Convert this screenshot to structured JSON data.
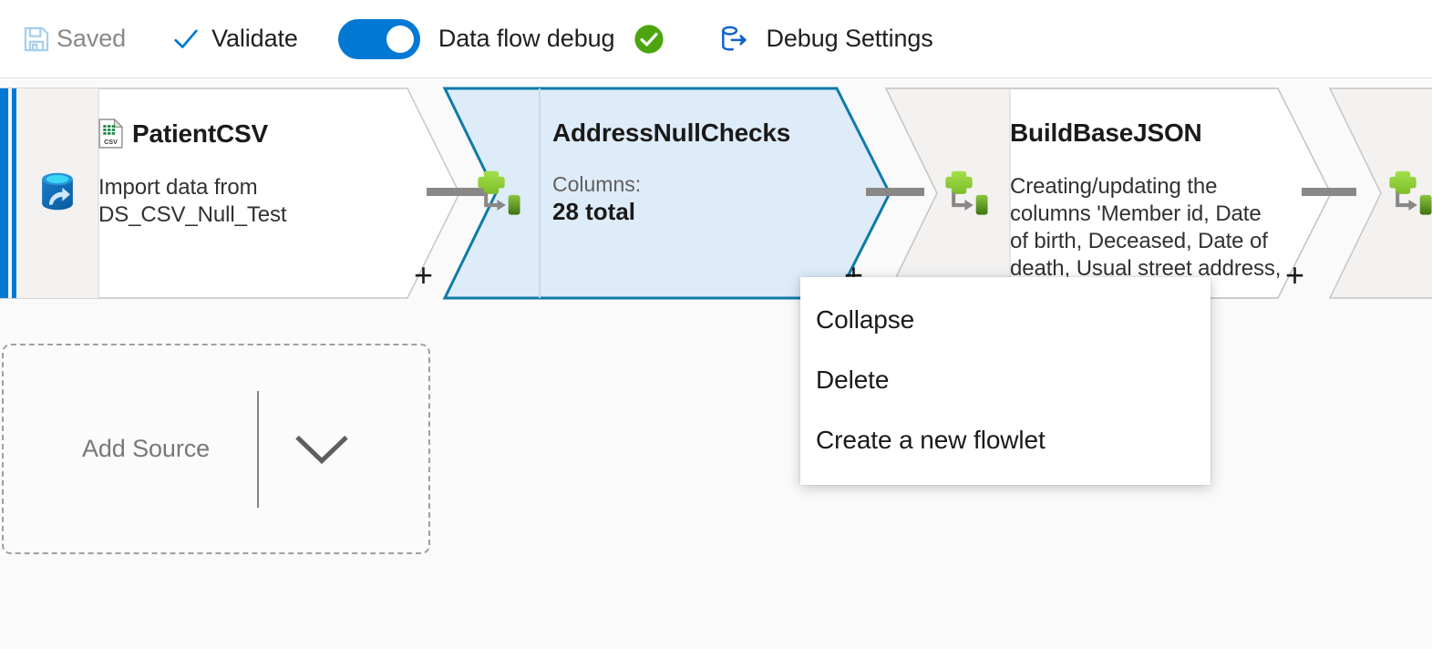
{
  "toolbar": {
    "save": {
      "icon": "save-floppy-icon",
      "label": "Saved",
      "enabled": false
    },
    "validate": {
      "icon": "checkmark-icon",
      "label": "Validate"
    },
    "data_flow_debug": {
      "label": "Data flow debug",
      "toggle_on": true,
      "status_icon": "green-check-circle-icon"
    },
    "debug_settings": {
      "icon": "database-export-icon",
      "label": "Debug Settings"
    }
  },
  "colors": {
    "accent_blue": "#0078d4",
    "selected_fill": "#deecf9",
    "selected_border": "#0f7aa8",
    "node_border": "#c8c6c4",
    "connector_gray": "#8a8886",
    "canvas_bg": "#fafafa",
    "green_ok": "#4ca50d"
  },
  "canvas": {
    "nodes": [
      {
        "id": "source-node",
        "name": "PatientCSV",
        "type": "source",
        "icon": "azure-source-dataset-icon",
        "title_icon": "csv-file-icon",
        "description": "Import data from DS_CSV_Null_Test",
        "selected": false,
        "plus_label": "+"
      },
      {
        "id": "derived-column-node-1",
        "name": "AddressNullChecks",
        "type": "derived-column",
        "icon": "derived-column-icon",
        "sub_label": "Columns:",
        "sub_value": "28 total",
        "selected": true,
        "plus_label": "+"
      },
      {
        "id": "derived-column-node-2",
        "name": "BuildBaseJSON",
        "type": "derived-column",
        "icon": "derived-column-icon",
        "description": "Creating/updating the columns 'Member id, Date of birth, Deceased, Date of death, Usual street address,",
        "selected": false,
        "plus_label": "+"
      },
      {
        "id": "derived-column-node-3",
        "name": "",
        "type": "derived-column",
        "icon": "derived-column-icon",
        "selected": false
      }
    ],
    "add_source": {
      "label": "Add Source",
      "chevron_icon": "chevron-down-icon"
    }
  },
  "context_menu": {
    "items": [
      {
        "label": "Collapse"
      },
      {
        "label": "Delete"
      },
      {
        "label": "Create a new flowlet"
      }
    ]
  }
}
